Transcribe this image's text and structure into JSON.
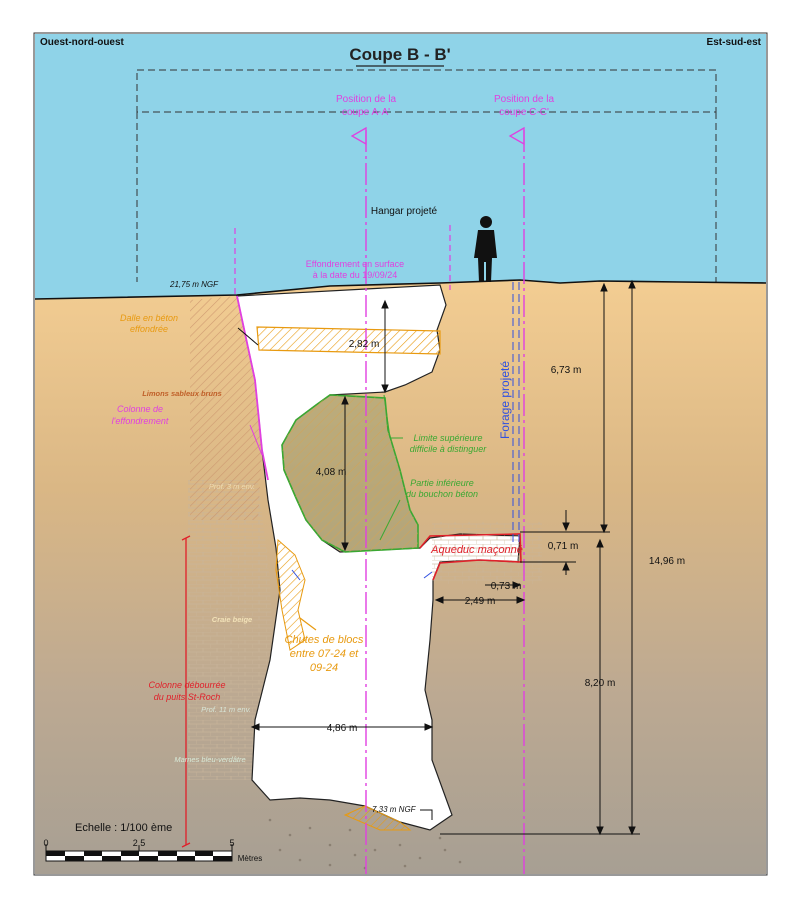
{
  "header": {
    "left": "Ouest-nord-ouest",
    "right": "Est-sud-est",
    "title": "Coupe B - B'"
  },
  "markers": {
    "section_a_line1": "Position de la",
    "section_a_line2": "coupe A-A'",
    "section_c_line1": "Position de la",
    "section_c_line2": "coupe C-C'"
  },
  "labels": {
    "hangar": "Hangar projeté",
    "effondrement_line1": "Effondrement en surface",
    "effondrement_line2": "à la date du 19/09/24",
    "ngf_top": "21,75 m NGF",
    "ngf_bottom": "7,33 m NGF",
    "dalle_line1": "Dalle en béton",
    "dalle_line2": "effondrée",
    "limons": "Limons sableux bruns",
    "colonne_line1": "Colonne de",
    "colonne_line2": "l'effondrement",
    "limite_line1": "Limite supérieure",
    "limite_line2": "difficile à distinguer",
    "partie_line1": "Partie inférieure",
    "partie_line2": "du bouchon béton",
    "forage": "Forage projeté",
    "aqueduc": "Aqueduc maçonné",
    "prof_top": "Prof. 3 m env.",
    "craie": "Craie beige",
    "chutes_line1": "Chutes de blocs",
    "chutes_line2": "entre 07-24 et",
    "chutes_line3": "09-24",
    "colonne_deb_line1": "Colonne débourrée",
    "colonne_deb_line2": "du puits St-Roch",
    "prof_bottom": "Prof. 11 m env.",
    "marnes": "Marnes bleu-verdâtre"
  },
  "dimensions": {
    "d_282": "2,82 m",
    "d_408": "4,08 m",
    "d_673": "6,73 m",
    "d_071": "0,71 m",
    "d_073": "0,73 m",
    "d_249": "2,49 m",
    "d_1496": "14,96 m",
    "d_820": "8,20 m",
    "d_486": "4,86 m"
  },
  "scale": {
    "label": "Echelle : 1/100 ème",
    "tick_0": "0",
    "tick_25": "2,5",
    "tick_5": "5",
    "unit": "Mètres"
  },
  "colors": {
    "sky": "#8fd3e8",
    "ground_top": "#f0c890",
    "ground_bottom": "#a8a090",
    "magenta": "#e040e0",
    "green": "#3aa832",
    "orange": "#e89a10",
    "red": "#e0202a",
    "blue": "#3050e0"
  }
}
